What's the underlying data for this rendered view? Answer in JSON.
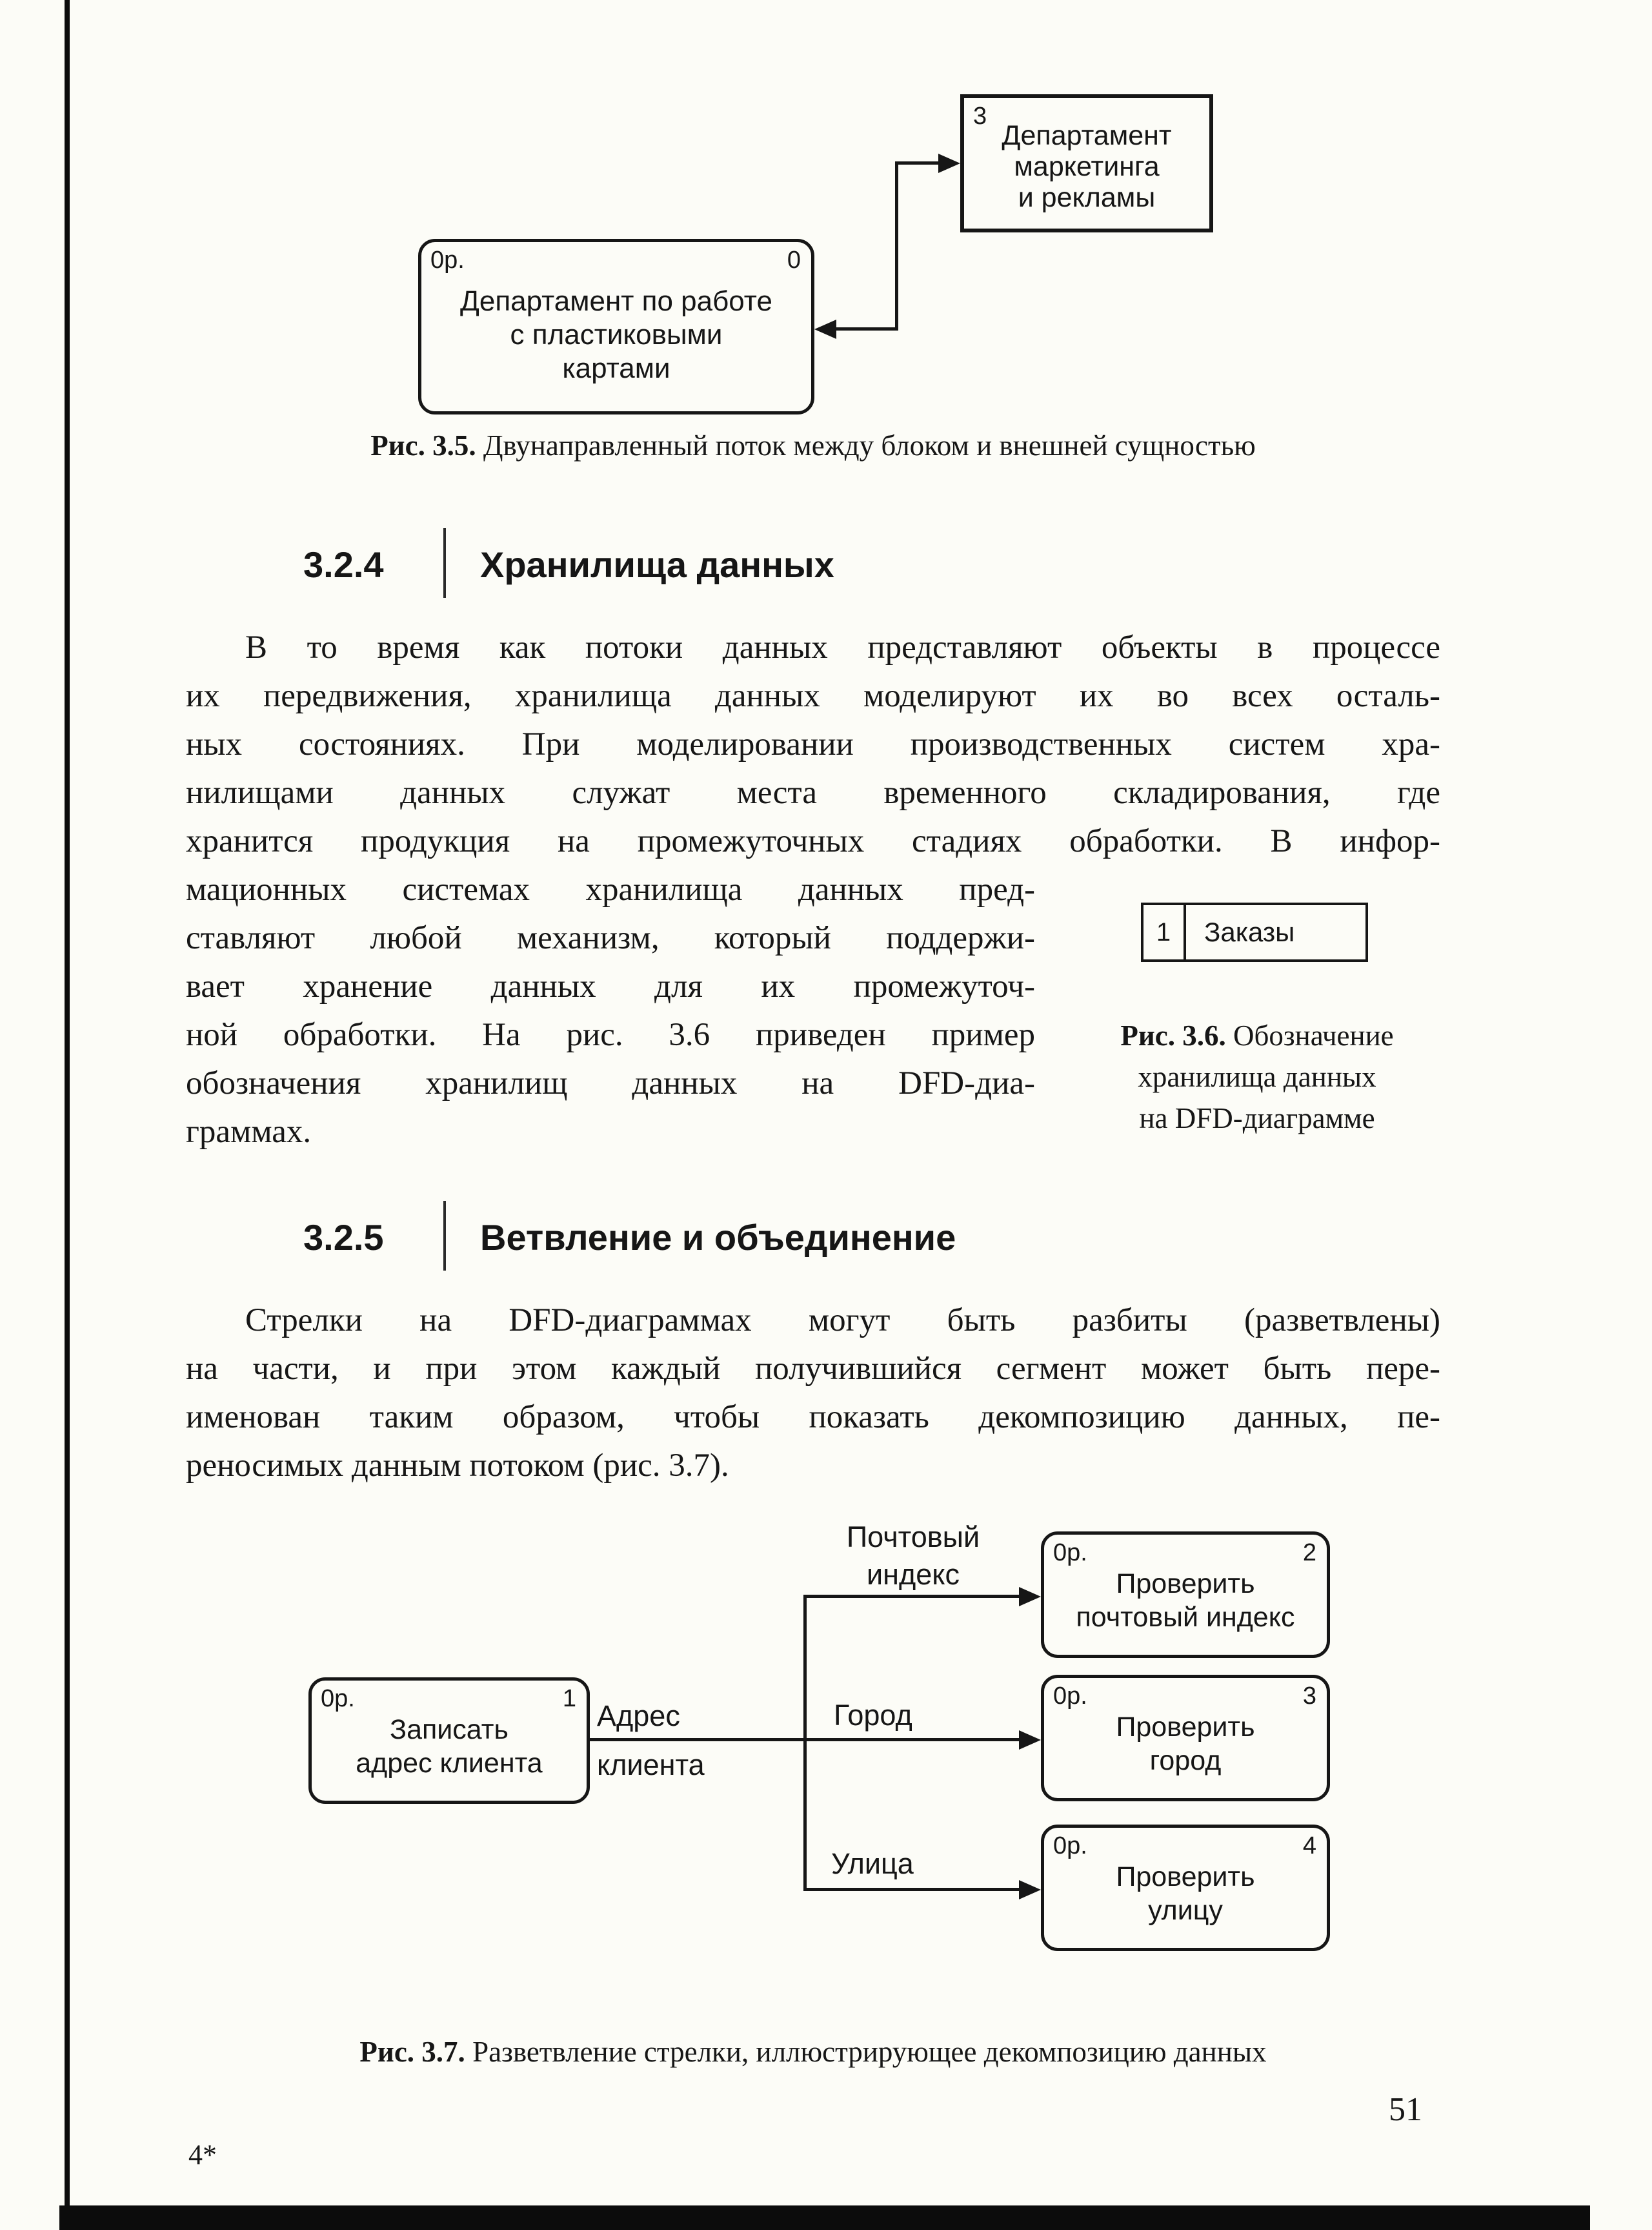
{
  "fig35": {
    "entity": {
      "number": "3",
      "lines": [
        "Департамент",
        "маркетинга",
        "и рекламы"
      ]
    },
    "process": {
      "id": "0р.",
      "number": "0",
      "lines": [
        "Департамент по работе",
        "с пластиковыми",
        "картами"
      ]
    },
    "caption": {
      "label": "Рис. 3.5.",
      "text": " Двунаправленный поток между блоком и внешней сущностью"
    }
  },
  "section324": {
    "number": "3.2.4",
    "title": "Хранилища данных"
  },
  "para1": {
    "wide": [
      "В то время как потоки данных представляют объекты в процессе",
      "их передвижения, хранилища данных моделируют их во всех осталь-",
      "ных состояниях. При моделировании производственных систем хра-",
      "нилищами данных служат места временного складирования, где",
      "хранится продукция на промежуточных стадиях обработки. В инфор-"
    ],
    "narrow": [
      "мационных системах хранилища данных пред-",
      "ставляют любой механизм, который поддержи-",
      "вает хранение данных для их промежуточ-",
      "ной обработки. На рис. 3.6 приведен пример",
      "обозначения хранилищ данных на DFD-диа-"
    ],
    "narrow_last": "граммах."
  },
  "fig36": {
    "store": {
      "number": "1",
      "label": "Заказы"
    },
    "caption": {
      "label": "Рис. 3.6.",
      "rest": [
        "Обозначение",
        "хранилища данных",
        "на DFD-диаграмме"
      ]
    }
  },
  "section325": {
    "number": "3.2.5",
    "title": "Ветвление и объединение"
  },
  "para2": {
    "lines": [
      "Стрелки на DFD-диаграммах могут быть разбиты (разветвлены)",
      "на части, и при этом каждый получившийся сегмент может быть пере-",
      "именован таким образом, чтобы показать декомпозицию данных, пе-"
    ],
    "last": "реносимых данным потоком (рис. 3.7)."
  },
  "fig37": {
    "source": {
      "id": "0р.",
      "number": "1",
      "lines": [
        "Записать",
        "адрес клиента"
      ]
    },
    "flow_label": [
      "Адрес",
      "клиента"
    ],
    "branches": [
      {
        "label": [
          "Почтовый",
          "индекс"
        ],
        "box": {
          "id": "0р.",
          "number": "2",
          "lines": [
            "Проверить",
            "почтовый индекс"
          ]
        }
      },
      {
        "label": [
          "Город"
        ],
        "box": {
          "id": "0р.",
          "number": "3",
          "lines": [
            "Проверить",
            "город"
          ]
        }
      },
      {
        "label": [
          "Улица"
        ],
        "box": {
          "id": "0р.",
          "number": "4",
          "lines": [
            "Проверить",
            "улицу"
          ]
        }
      }
    ],
    "caption": {
      "label": "Рис. 3.7.",
      "text": " Разветвление стрелки, иллюстрирующее декомпозицию данных"
    }
  },
  "footer": {
    "page_number": "51",
    "footnote_mark": "4*"
  }
}
